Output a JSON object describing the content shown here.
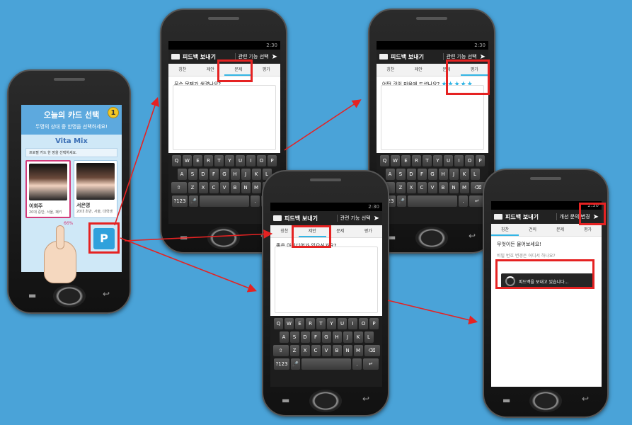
{
  "colors": {
    "background": "#4aa3d8",
    "highlight": "#e52222",
    "accent": "#33b5e5"
  },
  "status_time": "2:30",
  "feedback": {
    "title": "피드백 보내기",
    "spinner_related": "관련 기능 선택",
    "spinner_improve": "개선 문의 변경",
    "send_icon": "send-icon",
    "tabs": [
      "칭찬",
      "제안",
      "문제",
      "평가"
    ],
    "tabs_alt": [
      "칭찬",
      "건의",
      "문제",
      "평가"
    ]
  },
  "screens": {
    "problem": {
      "question": "무슨 문제가 생겼나요?"
    },
    "rating": {
      "question": "어떤 것이 마음에 드셨나요?",
      "stars": "★★★★★"
    },
    "idea": {
      "question": "좋은 아이디어가 있으신가요?"
    },
    "sending": {
      "question": "무엇이든 물어보세요!",
      "hint": "비밀 번호 변경은 어디서 하나요?",
      "progress": "피드백을 보내고 있습니다..."
    }
  },
  "card_app": {
    "title": "오늘의 카드 선택",
    "step": "1",
    "subtitle": "두명의 상대 중 한명을 선택하세요!",
    "logo": "Vita Mix",
    "note": "프로필 카드 한 장을 선택하세요.",
    "profiles": [
      {
        "name": "이희주",
        "desc": "20대 중반, 서울, 패키",
        "bar": "66%"
      },
      {
        "name": "서은영",
        "desc": "20대 초반, 서울, 대학생",
        "bar": ""
      }
    ],
    "icon_label": "P"
  },
  "keyboard": {
    "row1": [
      "Q",
      "W",
      "E",
      "R",
      "T",
      "Y",
      "U",
      "I",
      "O",
      "P"
    ],
    "row2": [
      "A",
      "S",
      "D",
      "F",
      "G",
      "H",
      "J",
      "K",
      "L"
    ],
    "row3": [
      "Z",
      "X",
      "C",
      "V",
      "B",
      "N",
      "M"
    ],
    "sym": "?123"
  }
}
